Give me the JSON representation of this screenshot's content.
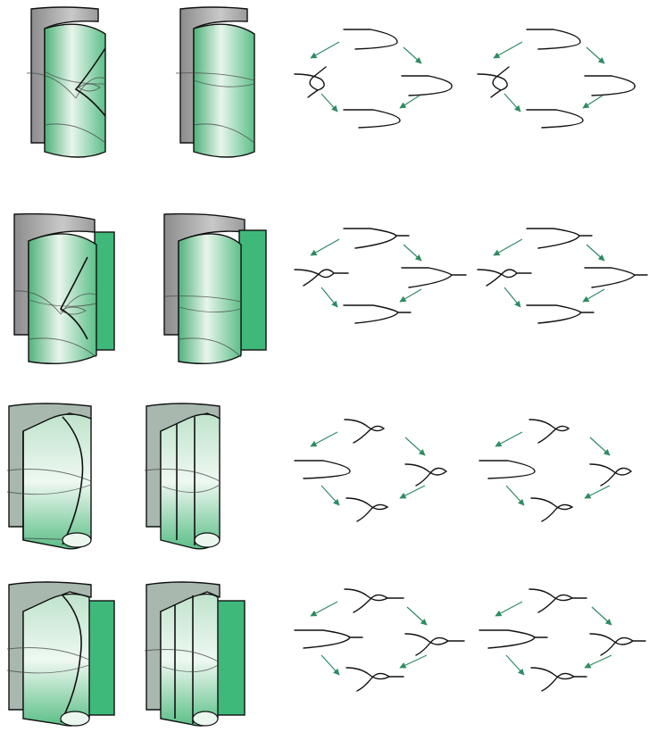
{
  "figure": {
    "rows": [
      {
        "id": "row-1",
        "surface_type": "cylinder",
        "attached_sheet": false,
        "cards": [
          "cup-down",
          "cup-down",
          "cup-down",
          "loop"
        ]
      },
      {
        "id": "row-2",
        "surface_type": "cylinder",
        "attached_sheet": true,
        "cards": [
          "cup-down",
          "cup-down",
          "cup-down",
          "loop"
        ]
      },
      {
        "id": "row-3",
        "surface_type": "folded",
        "attached_sheet": false,
        "cards": [
          "loop",
          "loop",
          "loop",
          "cup-up"
        ]
      },
      {
        "id": "row-4",
        "surface_type": "folded",
        "attached_sheet": true,
        "cards": [
          "loop",
          "loop",
          "loop",
          "cup-up"
        ]
      }
    ]
  },
  "colors": {
    "surface_green": "#5cbf88",
    "surface_light": "#e8f5ec",
    "surface_gray": "#9a9a9a",
    "sheet_green": "#3fb97a",
    "arrow_green": "#2e8b62",
    "stroke": "#111111"
  }
}
